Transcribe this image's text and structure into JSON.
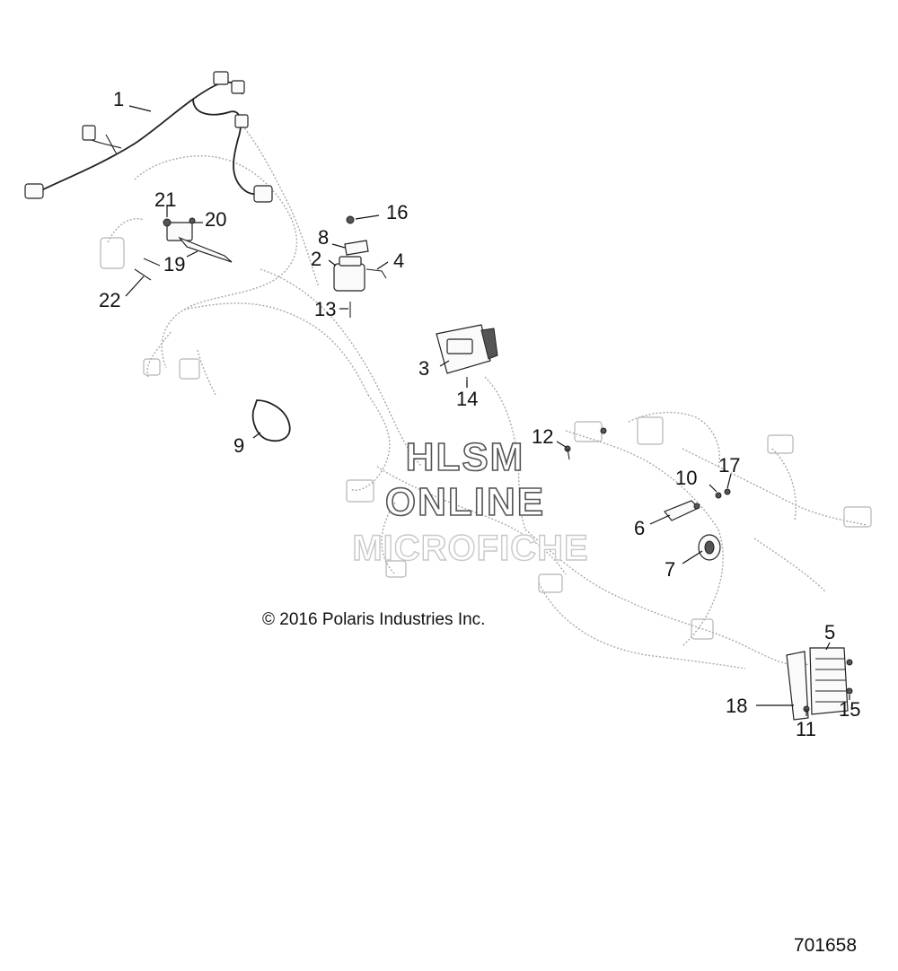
{
  "callouts": [
    "1",
    "2",
    "3",
    "4",
    "5",
    "6",
    "7",
    "8",
    "9",
    "10",
    "11",
    "12",
    "13",
    "14",
    "15",
    "16",
    "17",
    "18",
    "19",
    "20",
    "21",
    "22"
  ],
  "watermark": {
    "line1": "HLSM",
    "line2": "ONLINE",
    "line3": "MICROFICHE"
  },
  "copyright": "© 2016 Polaris Industries Inc.",
  "drawing_number": "701658"
}
